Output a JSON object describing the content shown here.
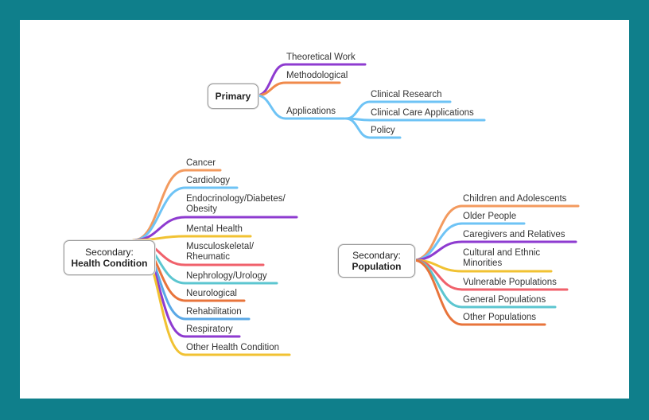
{
  "primary": {
    "title": "Primary",
    "branches": [
      {
        "label": "Theoretical Work",
        "color": "#8e3bd0"
      },
      {
        "label": "Methodological",
        "color": "#f08a4b"
      },
      {
        "label": "Applications",
        "color": "#6ec3f5",
        "children": [
          {
            "label": "Clinical Research",
            "color": "#6ec3f5"
          },
          {
            "label": "Clinical Care Applications",
            "color": "#6ec3f5"
          },
          {
            "label": "Policy",
            "color": "#6ec3f5"
          }
        ]
      }
    ]
  },
  "health": {
    "title_line1": "Secondary:",
    "title_line2": "Health Condition",
    "branches": [
      {
        "label": "Cancer",
        "color": "#f39a5e"
      },
      {
        "label": "Cardiology",
        "color": "#6ec3f5"
      },
      {
        "label": "Endocrinology/Diabetes/",
        "label2": "Obesity",
        "color": "#8e3bd0"
      },
      {
        "label": "Mental Health",
        "color": "#f1c232"
      },
      {
        "label": "Musculoskeletal/",
        "label2": "Rheumatic",
        "color": "#f0616b"
      },
      {
        "label": "Nephrology/Urology",
        "color": "#5cc6d0"
      },
      {
        "label": "Neurological",
        "color": "#e8743b"
      },
      {
        "label": "Rehabilitation",
        "color": "#5aa8e6"
      },
      {
        "label": "Respiratory",
        "color": "#8e3bd0"
      },
      {
        "label": "Other Health Condition",
        "color": "#f1c232"
      }
    ]
  },
  "population": {
    "title_line1": "Secondary:",
    "title_line2": "Population",
    "branches": [
      {
        "label": "Children and Adolescents",
        "color": "#f39a5e"
      },
      {
        "label": "Older People",
        "color": "#6ec3f5"
      },
      {
        "label": "Caregivers and Relatives",
        "color": "#8e3bd0"
      },
      {
        "label": "Cultural and Ethnic",
        "label2": "Minorities",
        "color": "#f1c232"
      },
      {
        "label": "Vulnerable Populations",
        "color": "#f0616b"
      },
      {
        "label": "General Populations",
        "color": "#5cc6d0"
      },
      {
        "label": "Other Populations",
        "color": "#e8743b"
      }
    ]
  }
}
